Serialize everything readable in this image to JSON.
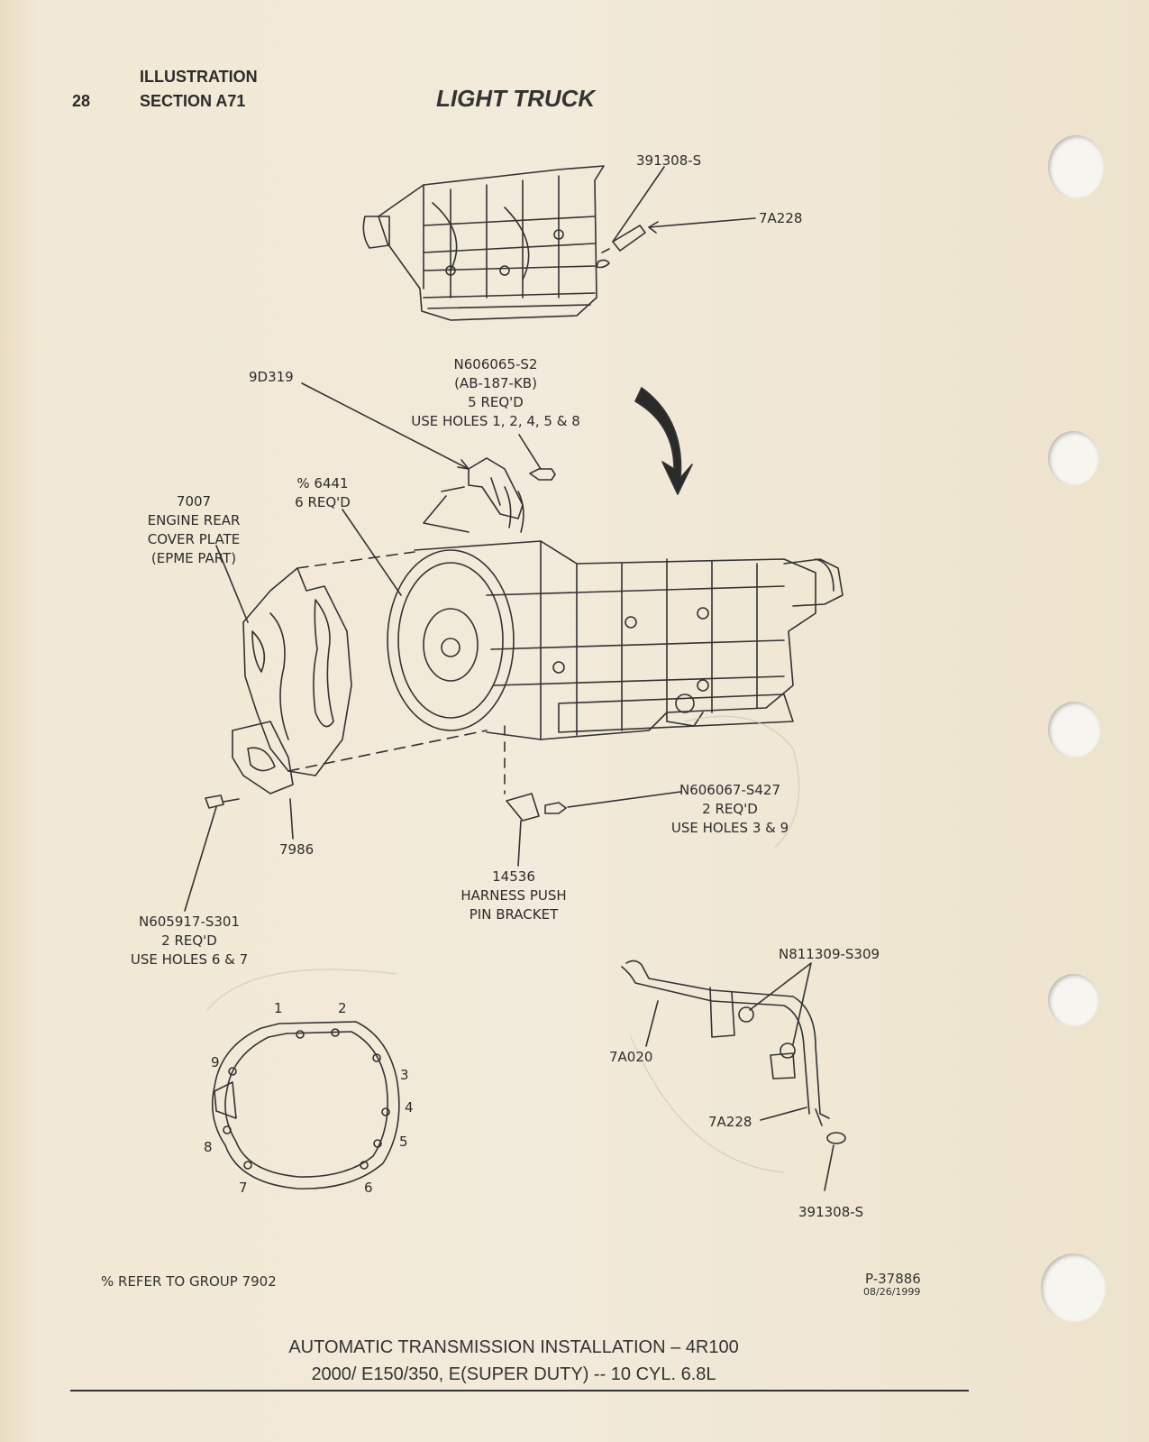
{
  "header": {
    "page_number": "28",
    "illustration": "ILLUSTRATION",
    "section": "SECTION A71",
    "title": "LIGHT TRUCK"
  },
  "callouts": {
    "top_bolt": "391308-S",
    "top_tube": "7A228",
    "bracket_9d319": "9D319",
    "n606065_lines": [
      "N606065-S2",
      "(AB-187-KB)",
      "5 REQ'D",
      "USE HOLES 1, 2, 4, 5 & 8"
    ],
    "plate_7007_lines": [
      "7007",
      "ENGINE REAR",
      "COVER PLATE",
      "(EPME PART)"
    ],
    "p6441_lines": [
      "% 6441",
      "6 REQ'D"
    ],
    "n606067_lines": [
      "N606067-S427",
      "2 REQ'D",
      "USE HOLES 3 & 9"
    ],
    "p7986": "7986",
    "p14536_lines": [
      "14536",
      "HARNESS PUSH",
      "PIN BRACKET"
    ],
    "n605917_lines": [
      "N605917-S301",
      "2 REQ'D",
      "USE HOLES 6 & 7"
    ],
    "n811309": "N811309-S309",
    "p7a020": "7A020",
    "p7a228_lower": "7A228",
    "p391308_lower": "391308-S",
    "hole_numbers": [
      "1",
      "2",
      "3",
      "4",
      "5",
      "6",
      "7",
      "8",
      "9"
    ]
  },
  "footer": {
    "note": "% REFER TO GROUP 7902",
    "ref": "P-37886",
    "date": "08/26/1999",
    "caption_line1": "AUTOMATIC TRANSMISSION INSTALLATION – 4R100",
    "caption_line2": "2000/ E150/350, E(SUPER DUTY) -- 10 CYL. 6.8L"
  },
  "colors": {
    "paper": "#efe6d2",
    "ink": "#2a2a2a"
  }
}
